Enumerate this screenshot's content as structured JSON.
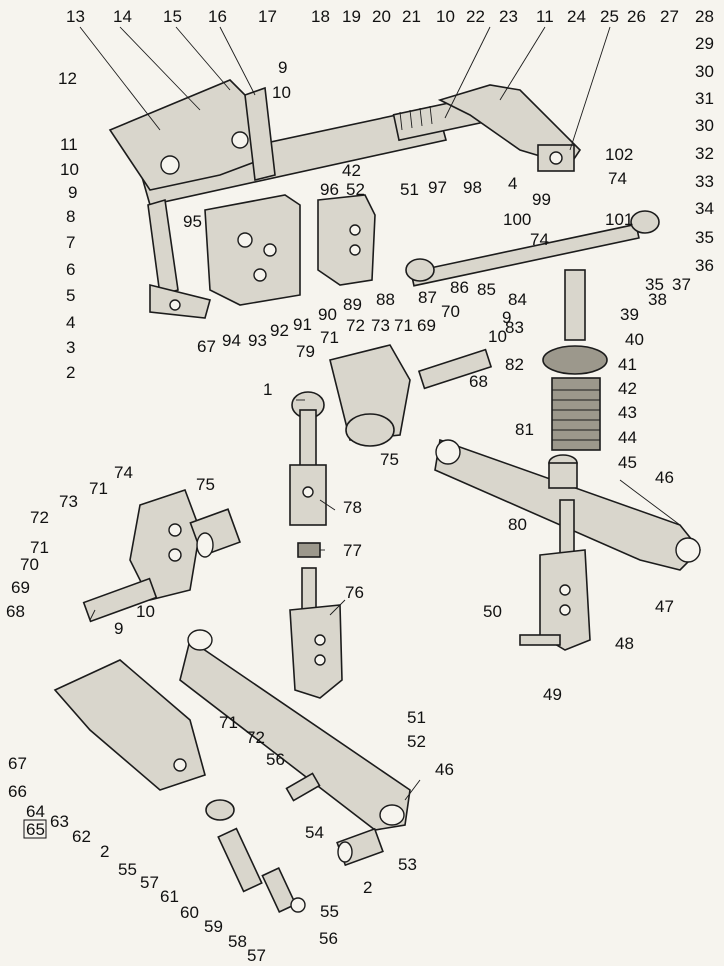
{
  "callouts": {
    "n1": "1",
    "n2": "2",
    "n3": "3",
    "n4": "4",
    "n5": "5",
    "n6": "6",
    "n7": "7",
    "n8": "8",
    "n9": "9",
    "n10": "10",
    "n11": "11",
    "n12": "12",
    "n13": "13",
    "n14": "14",
    "n15": "15",
    "n16": "16",
    "n17": "17",
    "n18": "18",
    "n19": "19",
    "n20": "20",
    "n21": "21",
    "n22": "22",
    "n23": "23",
    "n24": "24",
    "n25": "25",
    "n26": "26",
    "n27": "27",
    "n28": "28",
    "n29": "29",
    "n30": "30",
    "n31": "31",
    "n32": "32",
    "n33": "33",
    "n34": "34",
    "n35": "35",
    "n36": "36",
    "n37": "37",
    "n38": "38",
    "n39": "39",
    "n40": "40",
    "n41": "41",
    "n42": "42",
    "n43": "43",
    "n44": "44",
    "n45": "45",
    "n46": "46",
    "n47": "47",
    "n48": "48",
    "n49": "49",
    "n50": "50",
    "n51": "51",
    "n52": "52",
    "n53": "53",
    "n54": "54",
    "n55": "55",
    "n56": "56",
    "n57": "57",
    "n58": "58",
    "n59": "59",
    "n60": "60",
    "n61": "61",
    "n62": "62",
    "n63": "63",
    "n64": "64",
    "n65": "65",
    "n66": "66",
    "n67": "67",
    "n68": "68",
    "n69": "69",
    "n70": "70",
    "n71": "71",
    "n72": "72",
    "n73": "73",
    "n74": "74",
    "n75": "75",
    "n76": "76",
    "n77": "77",
    "n78": "78",
    "n79": "79",
    "n80": "80",
    "n81": "81",
    "n82": "82",
    "n83": "83",
    "n84": "84",
    "n85": "85",
    "n86": "86",
    "n87": "87",
    "n88": "88",
    "n89": "89",
    "n90": "90",
    "n91": "91",
    "n92": "92",
    "n93": "93",
    "n94": "94",
    "n95": "95",
    "n96": "96",
    "n97": "97",
    "n98": "98",
    "n99": "99",
    "n100": "100",
    "n101": "101",
    "n102": "102"
  }
}
